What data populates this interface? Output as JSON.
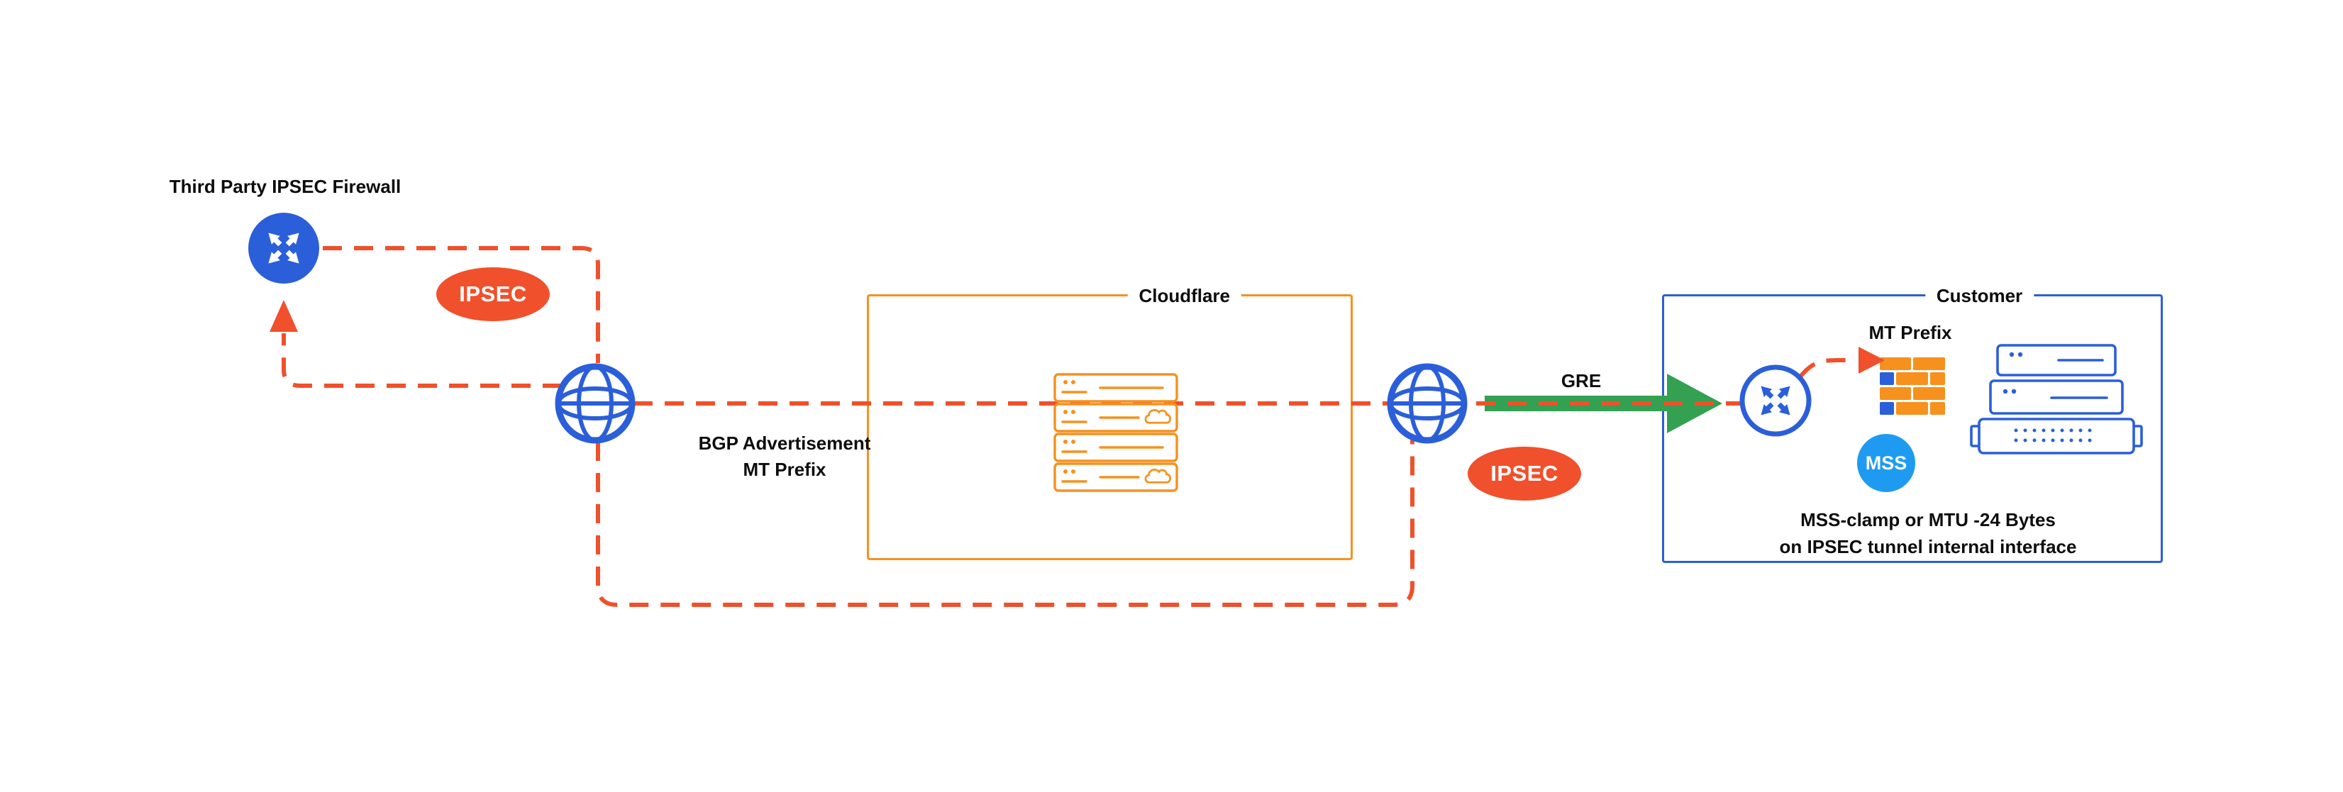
{
  "colors": {
    "background": "#FFFFFF",
    "tunnel_dash_orange": "#F0502B",
    "cloudflare_orange": "#F6911E",
    "primary_blue": "#2B5FD9",
    "mss_light_blue": "#1E9BF0",
    "gre_green": "#33A052",
    "text": "#0D0D0D"
  },
  "nodes": {
    "third_party_firewall_label": "Third Party IPSEC Firewall",
    "cloudflare_box_label": "Cloudflare",
    "customer_box_label": "Customer"
  },
  "badges": {
    "ipsec_left": "IPSEC",
    "ipsec_right": "IPSEC",
    "mss": "MSS"
  },
  "labels": {
    "bgp_line1": "BGP Advertisement",
    "bgp_line2": "MT Prefix",
    "gre": "GRE",
    "customer_mt_prefix": "MT Prefix",
    "mss_clamp_line1": "MSS-clamp or MTU -24 Bytes",
    "mss_clamp_line2": "on IPSEC tunnel internal interface"
  },
  "icons": {
    "router": "circle-with-crossed-arrows",
    "internet": "globe-wireframe",
    "cloudflare_servers": "stacked-server-racks-with-clouds",
    "customer_servers": "stacked-server-racks",
    "firewall": "brick-wall",
    "tunnel": "dashed-orange-path",
    "gre": "green-arrow"
  }
}
